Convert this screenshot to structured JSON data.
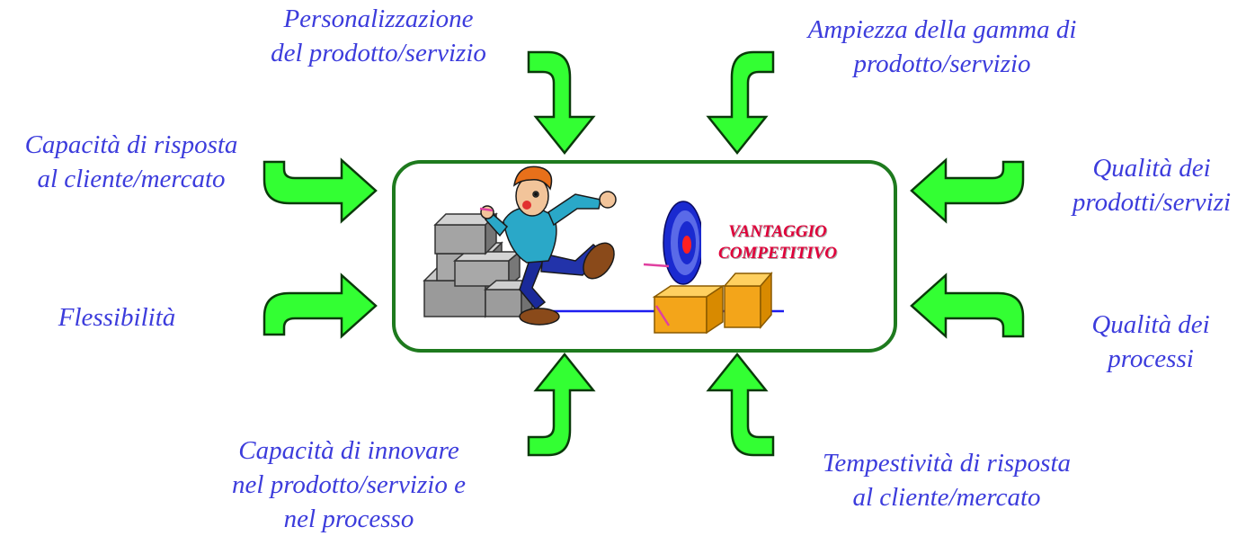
{
  "colors": {
    "label_text": "#3c3cdc",
    "arrow_fill": "#33ff33",
    "arrow_stroke": "#0a3a0a",
    "box_border": "#1e7a1e",
    "center_text": "#e0003a"
  },
  "center": {
    "title_line1": "VANTAGGIO",
    "title_line2": "COMPETITIVO",
    "illustration": "worker-throwing-dart-icon",
    "target": "dartboard-icon"
  },
  "factors": {
    "personalizzazione": [
      "Personalizzazione",
      "del prodotto/servizio"
    ],
    "ampiezza": [
      "Ampiezza della gamma di",
      "prodotto/servizio"
    ],
    "capacita_risposta": [
      "Capacità di risposta",
      "al cliente/mercato"
    ],
    "qualita_prodotti": [
      "Qualità dei",
      "prodotti/servizi"
    ],
    "flessibilita": [
      "Flessibilità"
    ],
    "qualita_processi": [
      "Qualità dei",
      "processi"
    ],
    "capacita_innovare": [
      "Capacità di innovare",
      "nel prodotto/servizio e",
      "nel processo"
    ],
    "tempestivita": [
      "Tempestività di risposta",
      "al cliente/mercato"
    ]
  }
}
